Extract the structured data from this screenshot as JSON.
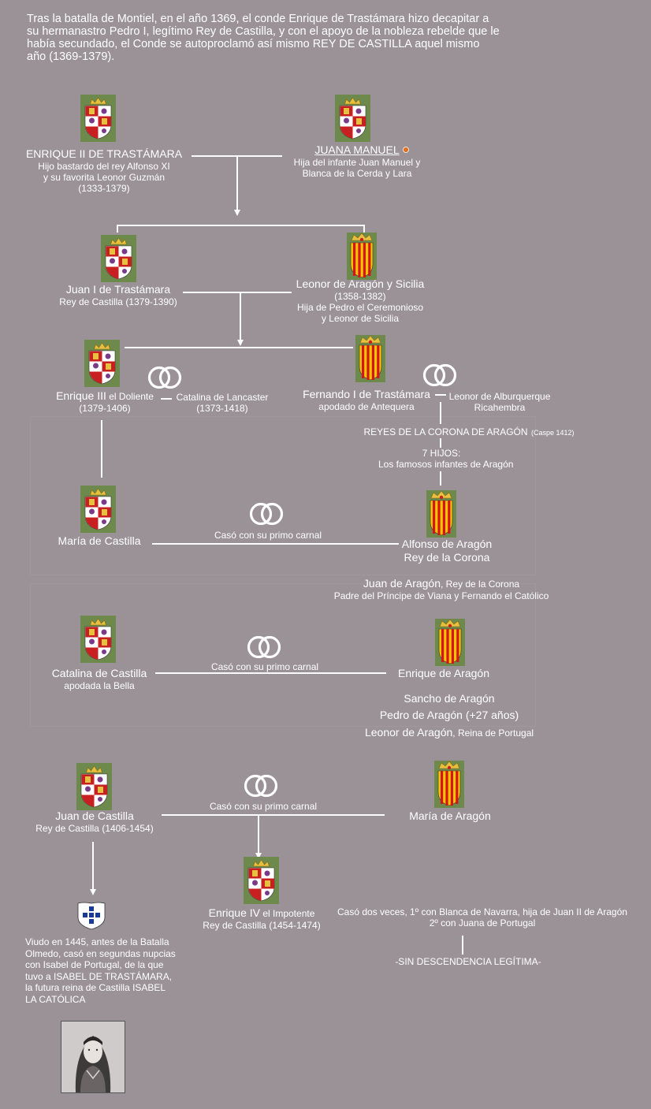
{
  "intro": "Tras la batalla de Montiel, en el año 1369, el conde Enrique de Trastámara hizo decapitar a su hermanastro Pedro I, legítimo Rey de Castilla, y con el apoyo de la nobleza rebelde que le había secundado, el Conde se autoproclamó así mismo REY DE CASTILLA aquel mismo año (1369-1379).",
  "colors": {
    "background": "#9b9298",
    "castile_green": "#6d8a4c",
    "aragon_gold": "#f5c400",
    "aragon_red": "#d4161c",
    "line": "#ffffff"
  },
  "persons": {
    "enrique2": {
      "name": "ENRIQUE II DE TRASTÁMARA",
      "l1": "Hijo bastardo del rey Alfonso XI",
      "l2": "y su favorita Leonor Guzmán",
      "dates": "(1333-1379)"
    },
    "juana": {
      "name": "JUANA MANUEL",
      "l1": "Hija del infante Juan Manuel y",
      "l2": "Blanca de la Cerda y Lara"
    },
    "juan1": {
      "name": "Juan I de Trastámara",
      "l1": "Rey de Castilla (1379-1390)"
    },
    "leonor_sicilia": {
      "name": "Leonor de Aragón y Sicilia",
      "dates": "(1358-1382)",
      "l1": "Hija de Pedro el Ceremonioso",
      "l2": "y Leonor de Sicilia"
    },
    "enrique3": {
      "name": "Enrique III",
      "epithet": " el Doliente",
      "dates": "(1379-1406)"
    },
    "catalina_lancaster": {
      "name": "Catalina de Lancaster",
      "dates": "(1373-1418)"
    },
    "fernando1": {
      "name": "Fernando I de Trastámara",
      "l1": "apodado de Antequera"
    },
    "leonor_alburquerque": {
      "name": "Leonor de Alburquerque",
      "l1": "Ricahembra"
    },
    "reyes_corona": {
      "text": "REYES DE LA CORONA DE ARAGÓN",
      "note": "(Caspe 1412)"
    },
    "siete_hijos": {
      "l1": "7 HIJOS:",
      "l2": "Los famosos infantes de Aragón"
    },
    "maria_castilla": {
      "name": "María de Castilla"
    },
    "alfonso": {
      "name": "Alfonso de Aragón",
      "l1": "Rey de la Corona"
    },
    "juan_aragon": {
      "name": "Juan de Aragón",
      "title": ", Rey de la Corona",
      "l1": "Padre del Príncipe de Viana y Fernando el Católico"
    },
    "catalina_castilla": {
      "name": "Catalina de Castilla",
      "l1": "apodada la Bella"
    },
    "enrique_aragon": {
      "name": "Enrique de Aragón"
    },
    "sancho": {
      "name": "Sancho de Aragón"
    },
    "pedro": {
      "name": "Pedro de Aragón (+27 años)"
    },
    "leonor_portugal": {
      "name": "Leonor de Aragón",
      "title": ", Reina de Portugal"
    },
    "juan_castilla": {
      "name": "Juan de Castilla",
      "l1": "Rey de Castilla (1406-1454)"
    },
    "maria_aragon": {
      "name": "María de Aragón"
    },
    "enrique4": {
      "name": "Enrique IV",
      "epithet": " el Impotente",
      "l1": "Rey de Castilla (1454-1474)"
    },
    "enrique4_note": {
      "l1": "Casó dos veces, 1º con Blanca de Navarra, hija de Juan II de Aragón",
      "l2": "2º con Juana de Portugal",
      "l3": "-SIN DESCENDENCIA LEGÍTIMA-"
    },
    "viudo": {
      "l1": "Viudo en 1445, antes de la Batalla",
      "l2": "Olmedo, casó en segundas nupcias",
      "l3": "con Isabel de Portugal, de la que",
      "l4": "tuvo a ISABEL DE TRASTÁMARA,",
      "l5": "la futura reina de Castilla ISABEL",
      "l6": "LA CATÓLICA"
    }
  },
  "marriage_labels": {
    "m1": "Casó con su primo carnal",
    "m2": "Casó con su primo carnal",
    "m3": "Casó con su primo carnal"
  }
}
